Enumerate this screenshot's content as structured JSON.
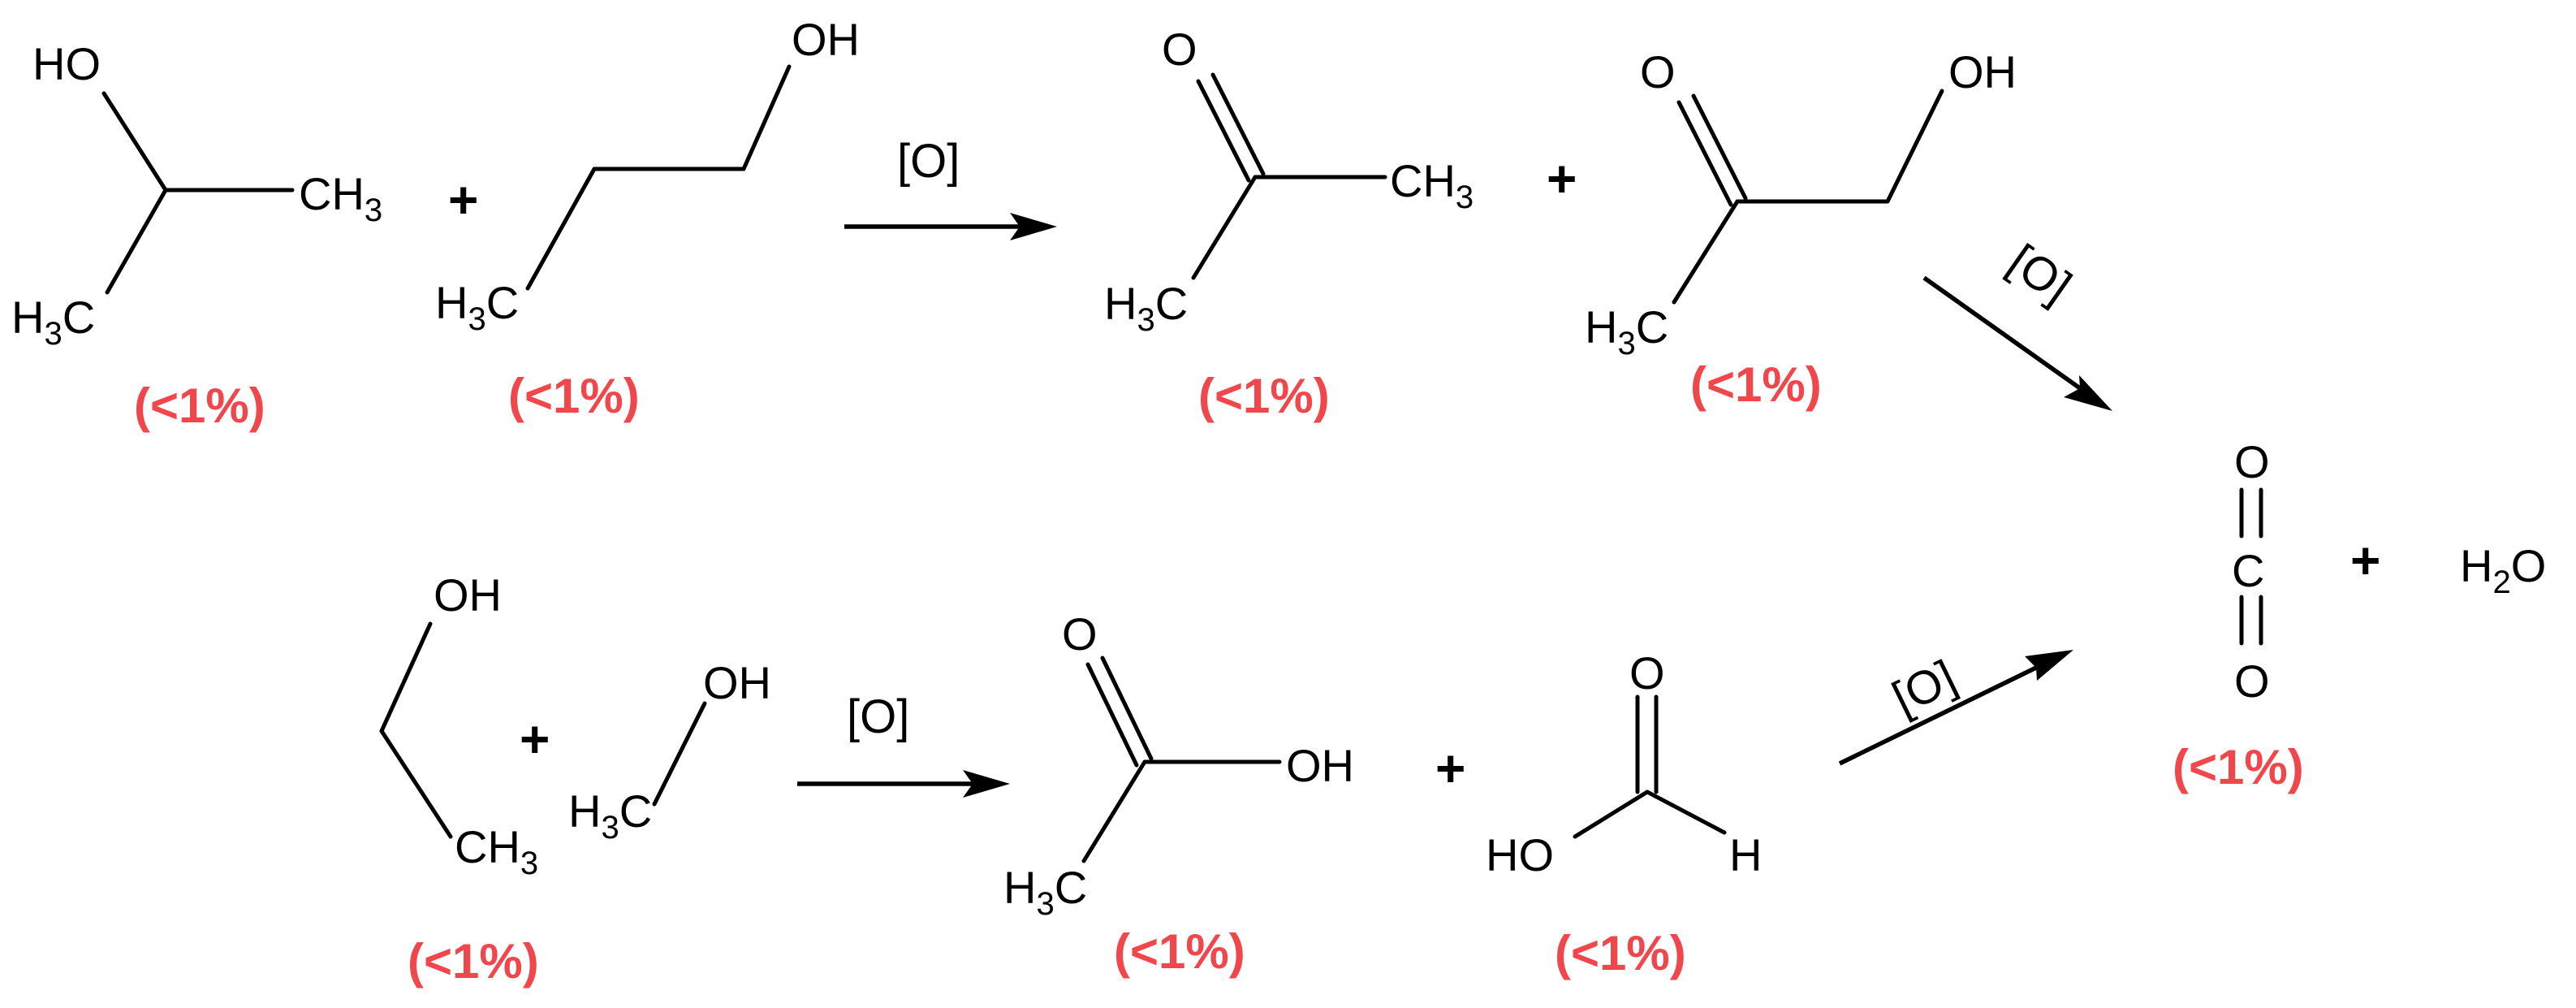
{
  "colors": {
    "yield": "#f0474c",
    "ink": "#000000"
  },
  "labels": {
    "HO": "HO",
    "OH": "OH",
    "O": "O",
    "C": "C",
    "H": "H",
    "CH": "CH",
    "three": "3",
    "two": "2",
    "plus": "+",
    "reagent": "[O]"
  },
  "yields": {
    "isopropanol": "(<1%)",
    "propanol": "(<1%)",
    "acetone": "(<1%)",
    "hydroxyacetone": "(<1%)",
    "ethanol": "(<1%)",
    "acetic_acid": "(<1%)",
    "formic_acid": "(<1%)",
    "co2": "(<1%)"
  }
}
